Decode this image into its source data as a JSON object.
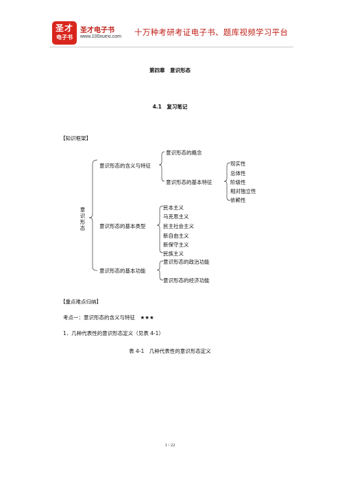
{
  "header": {
    "logo_line1": "圣才",
    "logo_line2": "电子书",
    "brand": "圣才电子书",
    "url": "www.100xuexi.com",
    "slogan": "十万种考研考证电子书、题库视频学习平台",
    "brand_color": "#c0221a"
  },
  "chapter_title": "第四章　意识形态",
  "section_title": "4.1　复习笔记",
  "framework": {
    "heading": "【知识框架】",
    "root": "意识形态",
    "branches": [
      {
        "label": "意识形态的含义与特征",
        "children": [
          {
            "label": "意识形态的概念",
            "children": []
          },
          {
            "label": "意识形态的基本特征",
            "children": [
              "现实性",
              "总体性",
              "阶级性",
              "相对独立性",
              "依赖性"
            ]
          }
        ]
      },
      {
        "label": "意识形态的基本类型",
        "children": [
          {
            "label": "民本主义"
          },
          {
            "label": "马克思主义"
          },
          {
            "label": "民主社会主义"
          },
          {
            "label": "新自由主义"
          },
          {
            "label": "新保守主义"
          },
          {
            "label": "民族主义"
          }
        ]
      },
      {
        "label": "意识形态的基本功能",
        "children": [
          {
            "label": "意识形态的政治功能"
          },
          {
            "label": "意识形态的经济功能"
          }
        ]
      }
    ]
  },
  "key_points_heading": "【重点难点归纳】",
  "exam_point": "考点一：意识形态的含义与特征　★★★",
  "item_1": "1．几种代表性的意识形态定义（见表 4-1）",
  "table_caption": "表 4-1　几种代表性的意识形态定义",
  "footer": "1 / 22"
}
